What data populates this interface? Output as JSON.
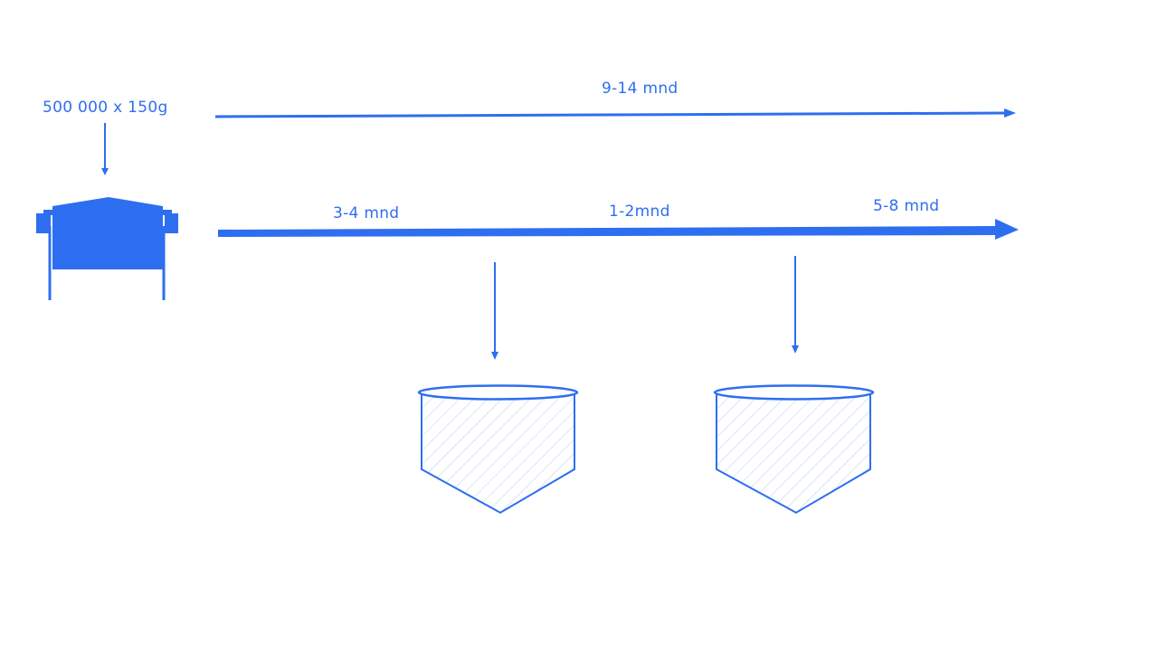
{
  "colors": {
    "accent": "#2e6ef0",
    "hatch": "#b9cdf5",
    "background": "#ffffff"
  },
  "input": {
    "label": "500 000 x 150g",
    "source_icon": "fish-transport-tank-icon"
  },
  "timelines": {
    "top": {
      "label": "9-14 mnd"
    },
    "bottom": {
      "stages": [
        {
          "label": "3-4 mnd"
        },
        {
          "label": "1-2mnd"
        },
        {
          "label": "5-8 mnd"
        }
      ]
    }
  },
  "cages": [
    {
      "icon": "net-pen-icon"
    },
    {
      "icon": "net-pen-icon"
    }
  ]
}
